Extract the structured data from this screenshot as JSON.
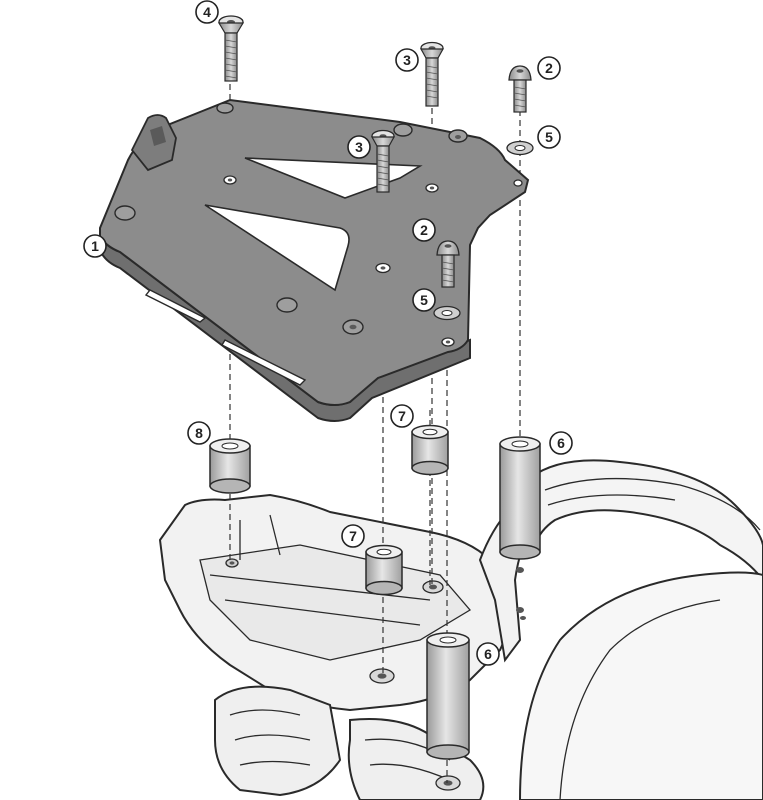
{
  "callouts": {
    "c1": "1",
    "c2a": "2",
    "c2b": "2",
    "c3a": "3",
    "c3b": "3",
    "c4": "4",
    "c5a": "5",
    "c5b": "5",
    "c6a": "6",
    "c6b": "6",
    "c7a": "7",
    "c7b": "7",
    "c8": "8"
  },
  "parts": [
    {
      "ref": "1",
      "name": "rack-plate"
    },
    {
      "ref": "2",
      "name": "button-screw"
    },
    {
      "ref": "3",
      "name": "countersunk-screw"
    },
    {
      "ref": "4",
      "name": "countersunk-screw-long"
    },
    {
      "ref": "5",
      "name": "washer"
    },
    {
      "ref": "6",
      "name": "long-spacer"
    },
    {
      "ref": "7",
      "name": "medium-spacer"
    },
    {
      "ref": "8",
      "name": "short-spacer"
    }
  ],
  "colors": {
    "plate": "#8c8c8c",
    "plate_edge": "#6f6f6f",
    "metal": "#bdbdbd",
    "frame": "#f2f2f2",
    "line": "#2a2a2a"
  }
}
